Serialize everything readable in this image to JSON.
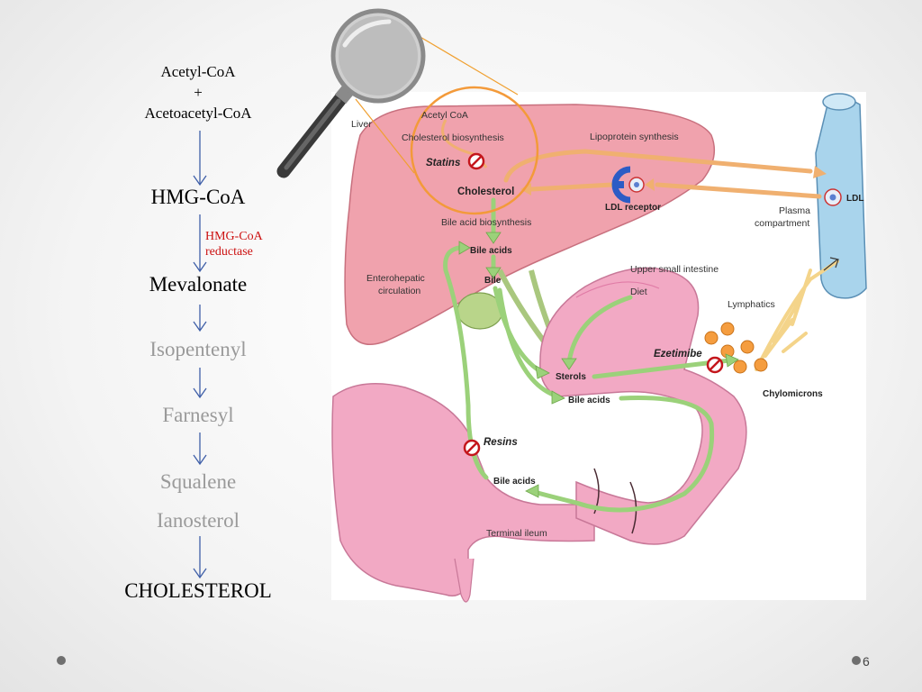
{
  "pathway": {
    "step1_line1": "Acetyl-CoA",
    "step1_plus": "+",
    "step1_line2": "Acetoacetyl-CoA",
    "step2": "HMG-CoA",
    "enzyme_line1": "HMG-CoA",
    "enzyme_line2": "reductase",
    "step3": "Mevalonate",
    "step4": "Isopentenyl",
    "step5": "Farnesyl",
    "step6": "Squalene",
    "step7": "Ianosterol",
    "step8": "CHOLESTEROL"
  },
  "diagram": {
    "liver": "Liver",
    "acetyl_coa": "Acetyl CoA",
    "cholesterol_biosynthesis": "Cholesterol biosynthesis",
    "statins": "Statins",
    "cholesterol": "Cholesterol",
    "lipoprotein_synthesis": "Lipoprotein synthesis",
    "ldl_receptor": "LDL receptor",
    "ldl": "LDL",
    "plasma_line1": "Plasma",
    "plasma_line2": "compartment",
    "bile_acid_biosynthesis": "Bile acid biosynthesis",
    "bile_acids_liver": "Bile acids",
    "bile": "Bile",
    "enterohepatic_line1": "Enterohepatic",
    "enterohepatic_line2": "circulation",
    "upper_small_intestine": "Upper small intestine",
    "diet": "Diet",
    "lymphatics": "Lymphatics",
    "ezetimibe": "Ezetimibe",
    "sterols": "Sterols",
    "bile_acids_intestine": "Bile acids",
    "chylomicrons": "Chylomicrons",
    "resins": "Resins",
    "bile_acids_ileum": "Bile acids",
    "terminal_ileum": "Terminal ileum"
  },
  "footer": {
    "page_number": "6"
  },
  "colors": {
    "arrow_blue": "#3f5fa8",
    "enzyme_red": "#cc1111",
    "faded_text": "#9a9a9a",
    "liver_pink": "#f0a2ad",
    "intestine_pink": "#f2a9c4",
    "vessel_blue": "#a9d4ec",
    "green_arrow": "#9bd17a",
    "orange_highlight": "#f39a3a"
  }
}
